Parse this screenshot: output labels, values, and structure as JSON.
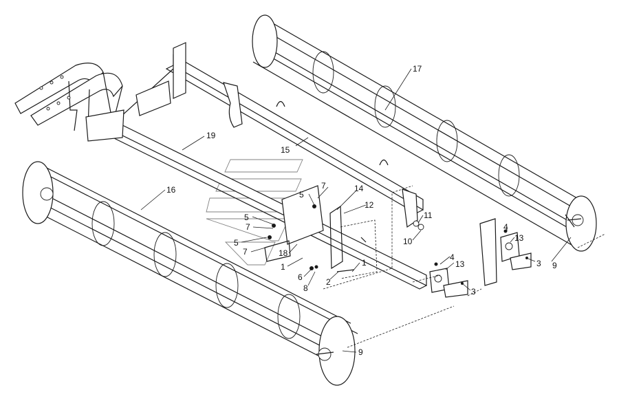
{
  "callouts": [
    {
      "id": "c17",
      "text": "17"
    },
    {
      "id": "c16",
      "text": "16"
    },
    {
      "id": "c19",
      "text": "19"
    },
    {
      "id": "c15",
      "text": "15"
    },
    {
      "id": "c5a",
      "text": "5"
    },
    {
      "id": "c7a",
      "text": "7"
    },
    {
      "id": "c14",
      "text": "14"
    },
    {
      "id": "c12",
      "text": "12"
    },
    {
      "id": "c5b",
      "text": "5"
    },
    {
      "id": "c7b",
      "text": "7"
    },
    {
      "id": "c5c",
      "text": "5"
    },
    {
      "id": "c7c",
      "text": "7"
    },
    {
      "id": "c18",
      "text": "18"
    },
    {
      "id": "c1a",
      "text": "1"
    },
    {
      "id": "c1b",
      "text": "1"
    },
    {
      "id": "c6",
      "text": "6"
    },
    {
      "id": "c8",
      "text": "8"
    },
    {
      "id": "c2",
      "text": "2"
    },
    {
      "id": "c11",
      "text": "11"
    },
    {
      "id": "c10",
      "text": "10"
    },
    {
      "id": "c4a",
      "text": "4"
    },
    {
      "id": "c13a",
      "text": "13"
    },
    {
      "id": "c3a",
      "text": "3"
    },
    {
      "id": "c9a",
      "text": "9"
    },
    {
      "id": "c4b",
      "text": "4"
    },
    {
      "id": "c13b",
      "text": "13"
    },
    {
      "id": "c3b",
      "text": "3"
    },
    {
      "id": "c9b",
      "text": "9"
    }
  ]
}
